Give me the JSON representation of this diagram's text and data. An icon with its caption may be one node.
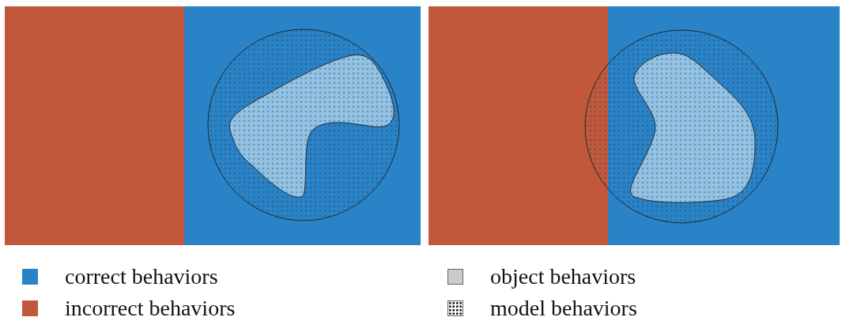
{
  "diagram": {
    "legend": [
      {
        "text": "correct behaviors",
        "color": "#2a83c6"
      },
      {
        "text": "incorrect behaviors",
        "color": "#c2583b"
      },
      {
        "text": "object behaviors",
        "color": "#cccccc"
      },
      {
        "text": "model behaviors"
      }
    ]
  }
}
